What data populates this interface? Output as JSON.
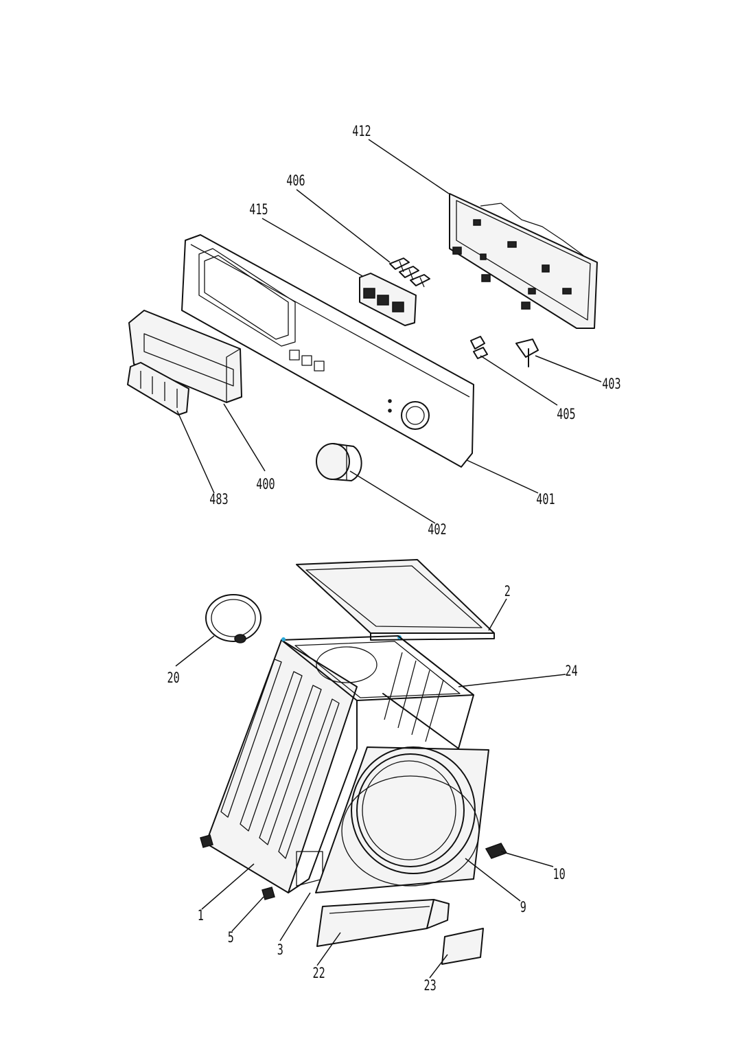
{
  "callouts": {
    "p412": "412",
    "p406": "406",
    "p415": "415",
    "p403": "403",
    "p405": "405",
    "p483": "483",
    "p400": "400",
    "p401": "401",
    "p402": "402",
    "p2": "2",
    "p20": "20",
    "p24": "24",
    "p10": "10",
    "p9": "9",
    "p1": "1",
    "p5": "5",
    "p3": "3",
    "p22": "22",
    "p23": "23"
  },
  "colors": {
    "line": "#111111",
    "accent": "#2aa8d8"
  }
}
